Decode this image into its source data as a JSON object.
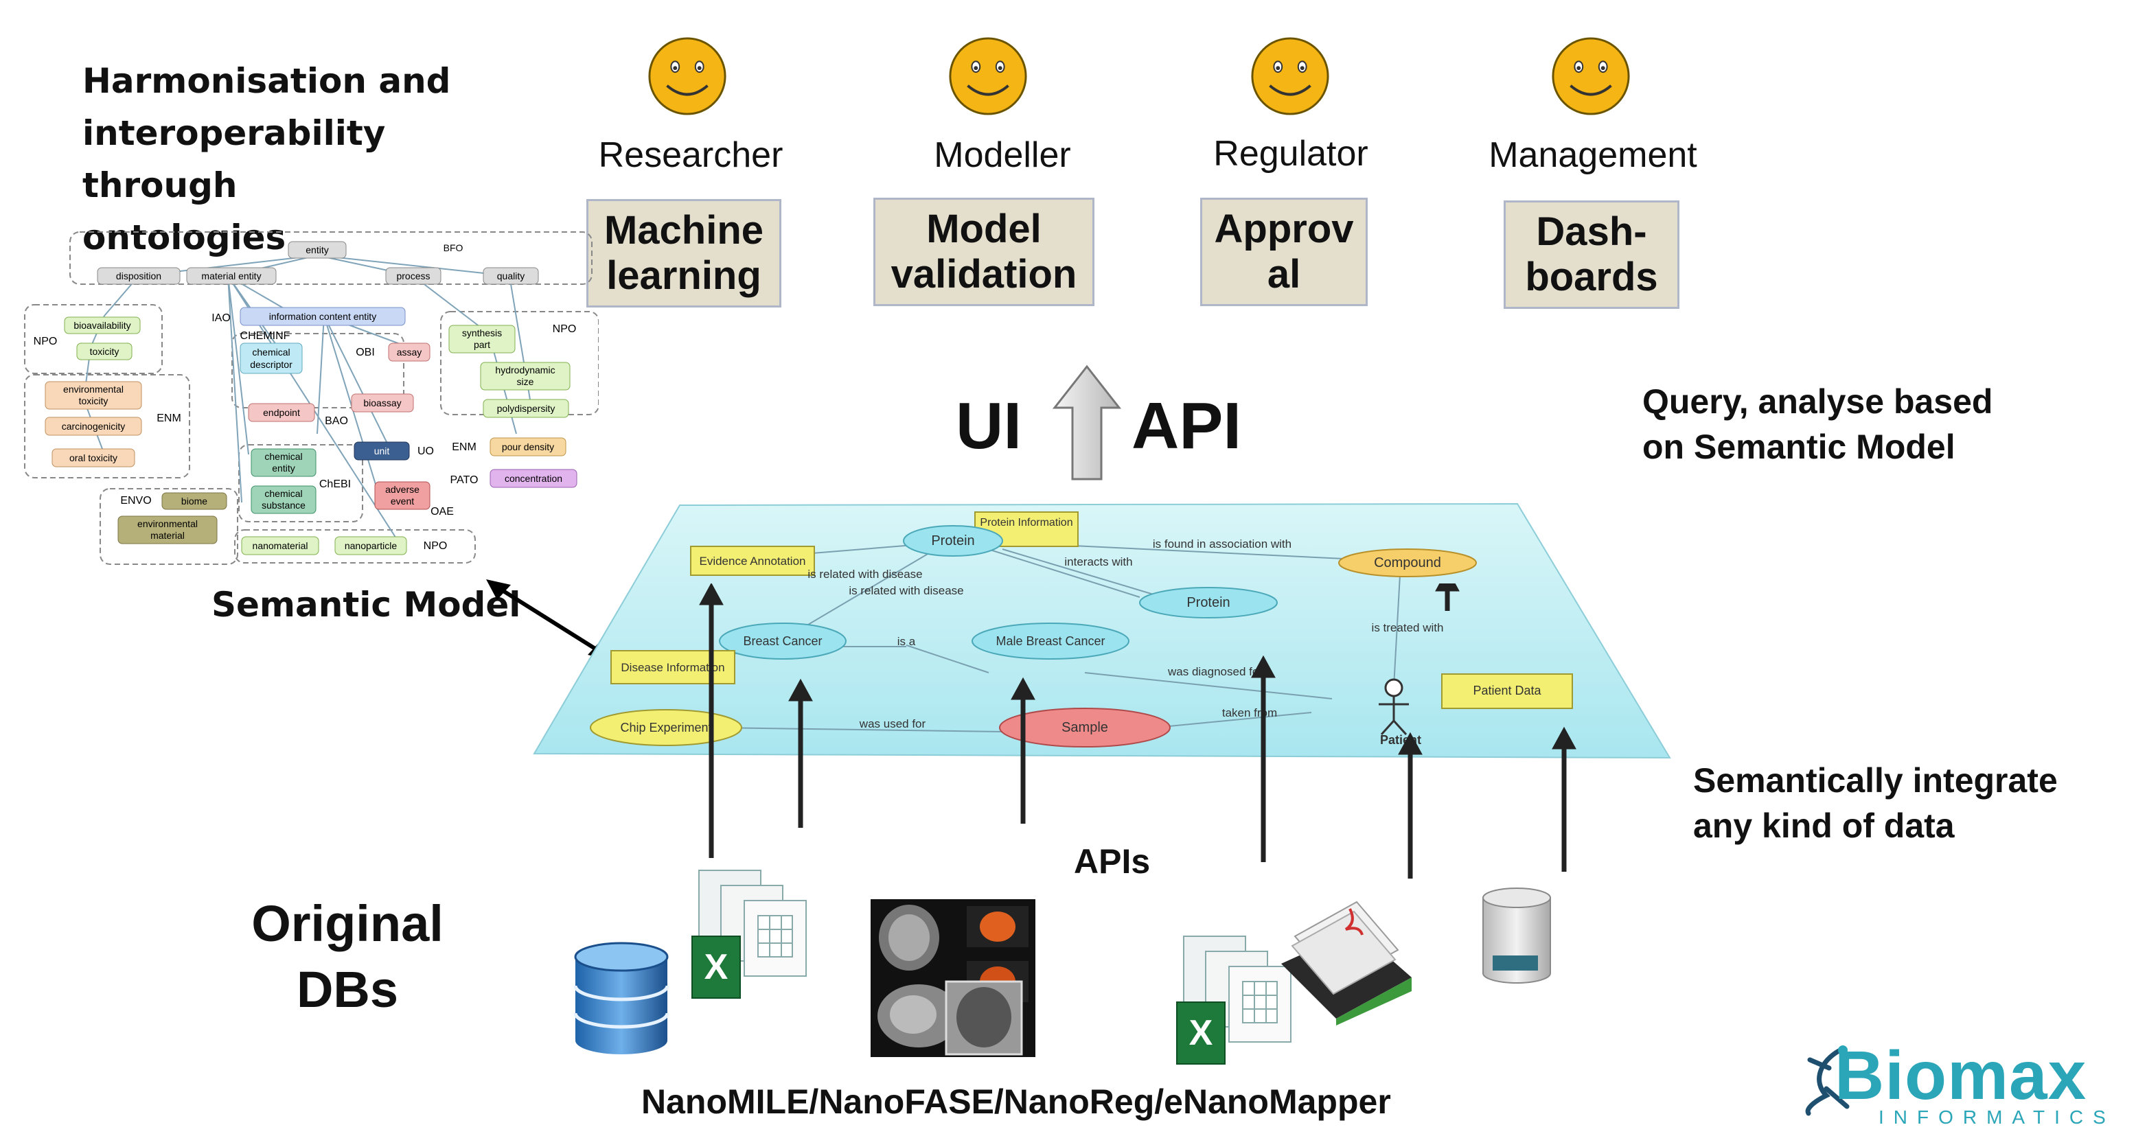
{
  "heading": {
    "line1": "Harmonisation and",
    "line2": "interoperability through",
    "line3": "ontologies"
  },
  "roles": [
    {
      "name": "Researcher",
      "box_line1": "Machine",
      "box_line2": "learning"
    },
    {
      "name": "Modeller",
      "box_line1": "Model",
      "box_line2": "validation"
    },
    {
      "name": "Regulator",
      "box_line1": "Approv",
      "box_line2": "al"
    },
    {
      "name": "Management",
      "box_line1": "Dash-",
      "box_line2": "boards"
    }
  ],
  "ui_label": "UI",
  "api_label": "API",
  "query_text": {
    "line1": "Query, analyse based",
    "line2": "on Semantic Model"
  },
  "semantic_model_label": "Semantic Model",
  "integrate_text": {
    "line1": "Semantically integrate",
    "line2": "any kind of data"
  },
  "apis_label": "APIs",
  "original_dbs": {
    "line1": "Original",
    "line2": "DBs"
  },
  "sources_label": "NanoMILE/NanoFASE/NanoReg/eNanoMapper",
  "logo": {
    "name": "Biomax",
    "sub": "INFORMATICS"
  },
  "ontology": {
    "entity": "entity",
    "bfo": "BFO",
    "disposition": "disposition",
    "material_entity": "material entity",
    "process": "process",
    "quality": "quality",
    "iao": "IAO",
    "ice": "information content entity",
    "npo": "NPO",
    "bioavailability": "bioavailability",
    "toxicity": "toxicity",
    "cheminf": "CHEMINF",
    "chem_desc1": "chemical",
    "chem_desc2": "descriptor",
    "obi": "OBI",
    "assay": "assay",
    "synthesis1": "synthesis",
    "synthesis2": "part",
    "npo2": "NPO",
    "hydro1": "hydrodynamic",
    "hydro2": "size",
    "env_tox1": "environmental",
    "env_tox2": "toxicity",
    "carcinogenicity": "carcinogenicity",
    "oral_tox": "oral toxicity",
    "enm": "ENM",
    "endpoint": "endpoint",
    "bioassay": "bioassay",
    "bao": "BAO",
    "polydispersity": "polydispersity",
    "chem_entity1": "chemical",
    "chem_entity2": "entity",
    "unit": "unit",
    "uo": "UO",
    "enm2": "ENM",
    "pour_density": "pour density",
    "chebi": "ChEBI",
    "chem_sub1": "chemical",
    "chem_sub2": "substance",
    "adverse1": "adverse",
    "adverse2": "event",
    "pato": "PATO",
    "concentration": "concentration",
    "envo": "ENVO",
    "biome": "biome",
    "env_mat1": "environmental",
    "env_mat2": "material",
    "oae": "OAE",
    "nanomaterial": "nanomaterial",
    "nanoparticle": "nanoparticle",
    "npo3": "NPO"
  },
  "plane": {
    "protein_info": "Protein Information",
    "protein": "Protein",
    "evidence_annotation": "Evidence Annotation",
    "found_in_assoc": "is found in association with",
    "interacts_with": "interacts with",
    "compound": "Compound",
    "related_disease1": "is related with disease",
    "related_disease2": "is related with disease",
    "protein2": "Protein",
    "breast_cancer": "Breast Cancer",
    "is_a": "is a",
    "male_breast_cancer": "Male Breast Cancer",
    "treated_with": "is treated with",
    "disease_info": "Disease Information",
    "diagnosed_for": "was diagnosed for",
    "patient_data": "Patient Data",
    "chip_experiment": "Chip Experiment",
    "used_for": "was used for",
    "sample": "Sample",
    "taken_from": "taken from",
    "patient": "Patient"
  },
  "colors": {
    "smiley": "#f5b515",
    "box_fill": "#e4dfcc",
    "plane": "#bfeef3",
    "yellow_node": "#f3ef73",
    "cyan_node": "#9ae3ef",
    "red_node": "#ef8a8a",
    "orange_node": "#f6cf6a",
    "logo": "#2aa6b8"
  }
}
